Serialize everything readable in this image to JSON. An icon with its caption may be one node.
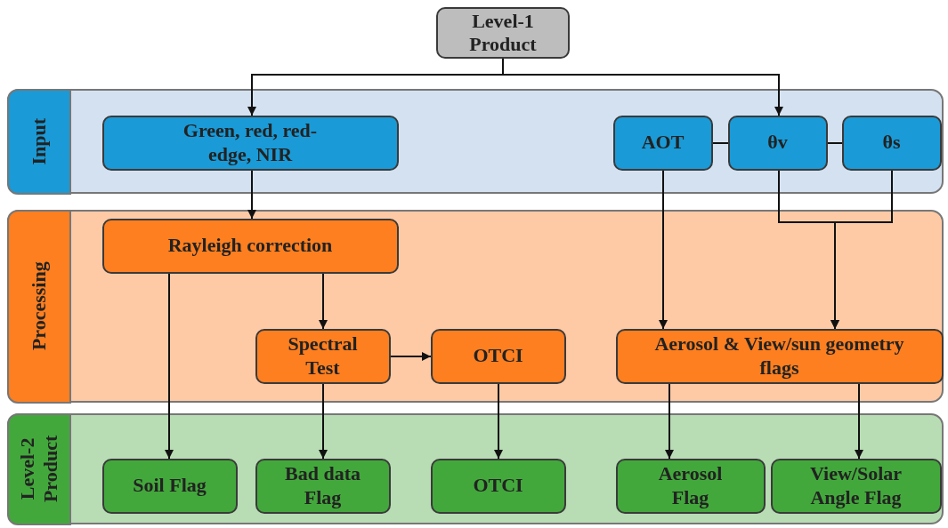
{
  "diagram": {
    "nodes": [
      {
        "text": [
          "Level-1 Product"
        ]
      },
      {
        "text": [
          "Input"
        ]
      },
      {
        "text": [
          "Green, red, red-edge, NIR"
        ],
        "in": 1
      },
      {
        "text": [
          "AOT"
        ],
        "in": 1
      },
      {
        "text": [
          "θv"
        ],
        "in": 1
      },
      {
        "text": [
          "θs"
        ],
        "in": 1
      },
      {
        "text": [
          "Processing"
        ]
      },
      {
        "text": [
          "Rayleigh correction"
        ],
        "in": 6
      },
      {
        "text": [
          "Spectral Test"
        ],
        "in": 6
      },
      {
        "text": [
          "OTCI"
        ],
        "in": 6
      },
      {
        "text": [
          "Aerosol & View/sun geometry flags"
        ],
        "in": 6
      },
      {
        "text": [
          "Level-2 Product"
        ]
      },
      {
        "text": [
          "Soil Flag"
        ],
        "in": 11
      },
      {
        "text": [
          "Bad data Flag"
        ],
        "in": 11
      },
      {
        "text": [
          "OTCI"
        ],
        "in": 11
      },
      {
        "text": [
          "Aerosol Flag"
        ],
        "in": 11
      },
      {
        "text": [
          "View/Solar Angle Flag"
        ],
        "in": 11
      }
    ],
    "edges": [
      {
        "from": 0,
        "to": 2,
        "arrow": "to"
      },
      {
        "from": 0,
        "to": 4,
        "arrow": "to"
      },
      {
        "from": 3,
        "to": 4,
        "arrow": "none"
      },
      {
        "from": 4,
        "to": 5,
        "arrow": "none"
      },
      {
        "from": 2,
        "to": 7,
        "arrow": "to"
      },
      {
        "from": 7,
        "to": 12,
        "arrow": "to"
      },
      {
        "from": 7,
        "to": 8,
        "arrow": "to"
      },
      {
        "from": 8,
        "to": 9,
        "arrow": "to"
      },
      {
        "from": 8,
        "to": 13,
        "arrow": "to"
      },
      {
        "from": 9,
        "to": 14,
        "arrow": "to"
      },
      {
        "from": 3,
        "to": 10,
        "arrow": "to"
      },
      {
        "from": 4,
        "to": 10,
        "arrow": "to"
      },
      {
        "from": 5,
        "to": 10,
        "arrow": "to"
      },
      {
        "from": 10,
        "to": 15,
        "arrow": "to"
      },
      {
        "from": 10,
        "to": 16,
        "arrow": "to"
      }
    ]
  }
}
